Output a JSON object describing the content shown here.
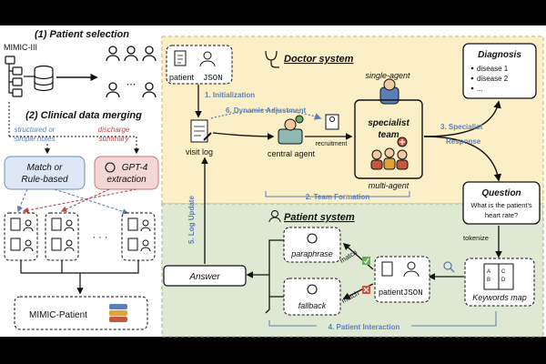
{
  "left": {
    "step1_title": "(1) Patient selection",
    "source_label": "MIMIC-III",
    "ellipsis": "⋯",
    "step2_title": "(2) Clinical data merging",
    "structured_note_1": "structured or",
    "structured_note_2": "simple notes",
    "discharge_note_1": "discharge",
    "discharge_note_2": "summary",
    "match_box_1": "Match or",
    "match_box_2": "Rule-based",
    "gpt_box_1": "GPT-4",
    "gpt_box_2": "extraction",
    "dots": "·  ·  ·",
    "output_label": "MIMIC-Patient"
  },
  "doctor": {
    "title": "Doctor system",
    "patient_json_label": "patient",
    "json_word": "JSON",
    "initialization": "1. Initialization",
    "dynamic_adjustment": "6. Dynamic Adjustment",
    "visit_log": "visit log",
    "central_agent": "central agent",
    "recruitment": "recruitment",
    "single_agent": "single-agent",
    "specialist_team_1": "specialist",
    "specialist_team_2": "team",
    "multi_agent": "multi-agent",
    "team_formation": "2. Team Formation",
    "specialist_response_1": "3. Specialist",
    "specialist_response_2": "Response",
    "log_update": "5. Log Update"
  },
  "diagnosis": {
    "title": "Diagnosis",
    "items": [
      "disease 1",
      "disease 2",
      "..."
    ]
  },
  "question": {
    "title": "Question",
    "text_1": "What is the patient's",
    "text_2": "heart rate?",
    "tokenize": "tokenize",
    "keywords_map": "Keywords map"
  },
  "patient": {
    "title": "Patient system",
    "answer": "Answer",
    "paraphrase": "paraphrase",
    "fallback": "fallback",
    "match_pos": "match",
    "match_neg": "match",
    "patient_json_label": "patient",
    "json_word": "JSON",
    "patient_interaction": "4. Patient Interaction"
  },
  "colors": {
    "doctor_bg": "#fbefc8",
    "patient_bg": "#dfe8d3",
    "match_box": "#dce8f6",
    "gpt_box": "#f4d6d6",
    "accent_blue": "#5b7fb8",
    "accent_red": "#b84a4a"
  }
}
